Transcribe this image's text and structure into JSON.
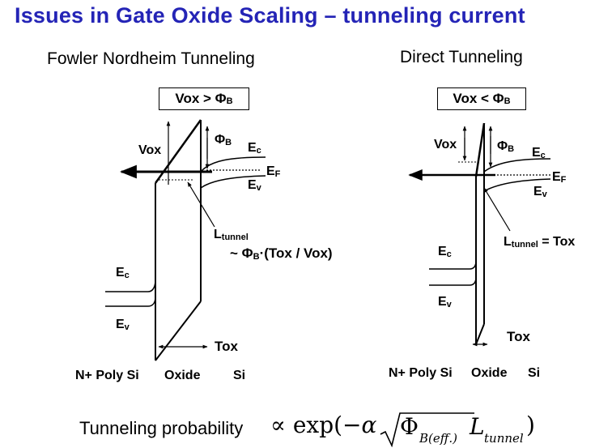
{
  "title": "Issues in Gate Oxide Scaling – tunneling current",
  "left": {
    "heading": "Fowler Nordheim Tunneling",
    "condition": "Vox > ΦB",
    "vox": "Vox",
    "phib": "ΦB",
    "ec_right": "Ec",
    "ef": "EF",
    "ev_right": "Ev",
    "ltunnel": "Ltunnel",
    "approx": "~ ΦB·(Tox / Vox)",
    "ec_left": "Ec",
    "ev_left": "Ev",
    "tox": "Tox",
    "region_poly": "N+ Poly Si",
    "region_oxide": "Oxide",
    "region_si": "Si"
  },
  "right": {
    "heading": "Direct Tunneling",
    "condition": "Vox < ΦB",
    "vox": "Vox",
    "phib": "ΦB",
    "ec_right": "Ec",
    "ef": "EF",
    "ev_right": "Ev",
    "ltunnel_eq": "Ltunnel = Tox",
    "ec_left": "Ec",
    "ev_left": "Ev",
    "tox": "Tox",
    "region_poly": "N+ Poly Si",
    "region_oxide": "Oxide",
    "region_si": "Si"
  },
  "formula": {
    "text": "Tunneling probability",
    "expression": "∝ exp(−α √(ΦB(eff.)) Ltunnel)"
  }
}
